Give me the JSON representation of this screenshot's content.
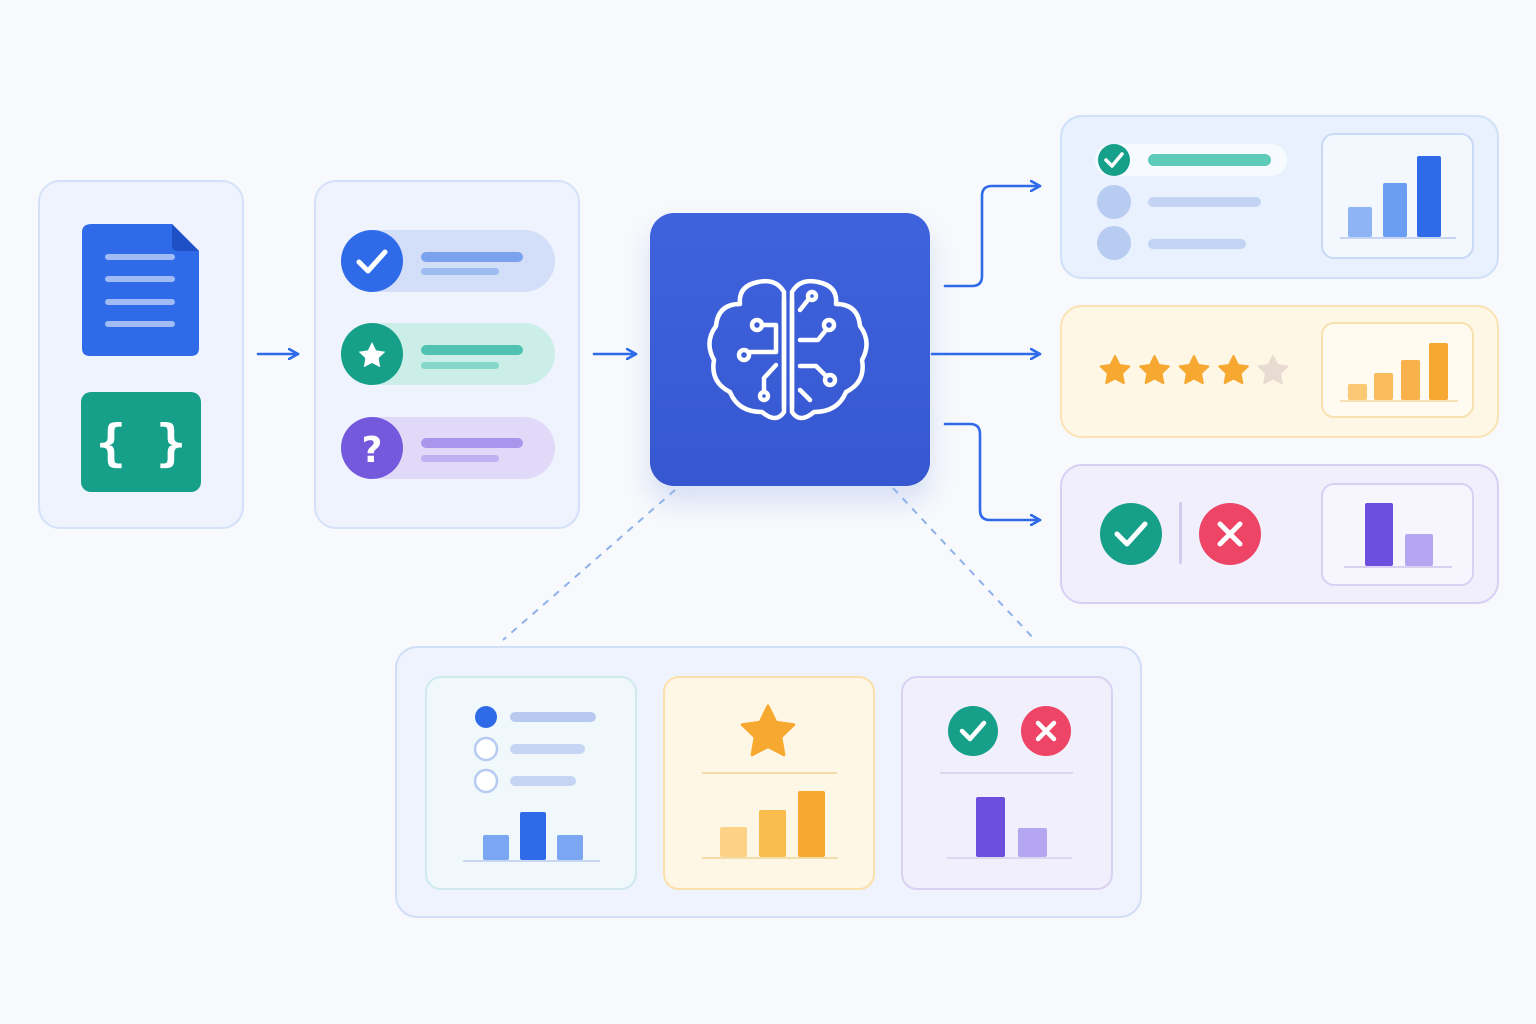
{
  "colors": {
    "background": "#f7f9fc",
    "primary_blue": "#2f6be8",
    "model_blue": "#3b5fd9",
    "teal": "#16a08a",
    "purple": "#7459dc",
    "orange": "#f7a830",
    "red": "#ee4466",
    "arrow": "#2f6be8"
  },
  "icons": {
    "document": "document-icon",
    "json": "json-braces-icon",
    "check": "check-icon",
    "star": "star-icon",
    "question": "question-icon",
    "brain": "brain-circuit-icon",
    "cross": "cross-icon"
  },
  "inputs": {
    "json_glyph": "{ }"
  },
  "question_types": {
    "question_glyph": "?"
  },
  "outputs": {
    "rating": {
      "stars_filled": 4,
      "stars_total": 5
    },
    "multiple_choice": {
      "options_total": 3,
      "selected": 1
    },
    "binary": {
      "choices": [
        "yes",
        "no"
      ]
    }
  },
  "summary": {
    "multiple_choice": {
      "options_total": 3,
      "selected": 1
    }
  }
}
